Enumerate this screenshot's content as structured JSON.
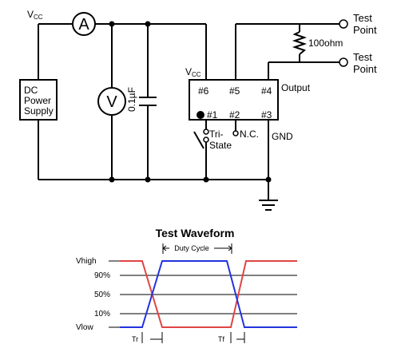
{
  "circuit": {
    "vcc_left": "V",
    "vcc_left_sub": "CC",
    "vcc_chip": "V",
    "vcc_chip_sub": "CC",
    "ammeter": "A",
    "voltmeter": "V",
    "capacitor": "0.1µF",
    "supply": [
      "DC",
      "Power",
      "Supply"
    ],
    "resistor": "100ohm",
    "test_point_top": [
      "Test",
      "Point"
    ],
    "test_point_bottom": [
      "Test",
      "Point"
    ],
    "pins": {
      "p6": "#6",
      "p5": "#5",
      "p4": "#4",
      "p1": "#1",
      "p2": "#2",
      "p3": "#3"
    },
    "output": "Output",
    "gnd": "GND",
    "tristate": [
      "Tri-",
      "State"
    ],
    "nc": "N.C."
  },
  "waveform": {
    "title": "Test Waveform",
    "duty_cycle": "Duty Cycle",
    "levels": [
      "Vhigh",
      "90%",
      "50%",
      "10%",
      "Vlow"
    ],
    "tr": "Tr",
    "tf": "Tf",
    "colors": {
      "rising": "#2233dd",
      "falling": "#e04444",
      "grid": "#000000"
    }
  }
}
